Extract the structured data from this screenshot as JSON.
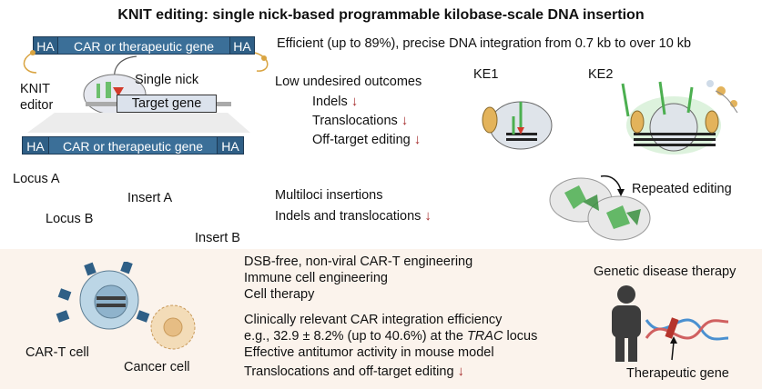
{
  "title": "KNIT editing: single nick-based programmable kilobase-scale DNA insertion",
  "donor": {
    "ha_left": "HA",
    "ha_right": "HA",
    "gene": "CAR or therapeutic gene"
  },
  "editor": {
    "label_line1": "KNIT",
    "label_line2": "editor",
    "nick_label": "Single nick",
    "target_label": "Target gene"
  },
  "product": {
    "ha_left": "HA",
    "ha_right": "HA",
    "gene": "CAR or therapeutic gene"
  },
  "loci": {
    "locus_a": "Locus A",
    "insert_a": "Insert A",
    "locus_b": "Locus B",
    "insert_b": "Insert B"
  },
  "features": {
    "efficiency": "Efficient (up to 89%), precise DNA integration from 0.7 kb to over 10 kb",
    "low_outcomes_title": "Low undesired outcomes",
    "indels": "Indels",
    "translocations": "Translocations",
    "off_target": "Off-target editing",
    "multiloci": "Multiloci insertions",
    "indels_translocations": "Indels and translocations"
  },
  "structures": {
    "ke1": "KE1",
    "ke2": "KE2",
    "repeated": "Repeated editing"
  },
  "applications": {
    "line1": "DSB-free, non-viral CAR-T engineering",
    "line2": "Immune cell engineering",
    "line3": "Cell therapy",
    "line4": "Clinically relevant CAR integration efficiency",
    "line5_prefix": "e.g., 32.9 ± 8.2% (up to 40.6%) at the ",
    "line5_italic": "TRAC",
    "line5_suffix": " locus",
    "line6": "Effective antitumor activity in mouse model",
    "line7": "Translocations and off-target editing",
    "car_t_cell": "CAR-T cell",
    "cancer_cell": "Cancer cell",
    "genetic_title": "Genetic disease therapy",
    "therapeutic_gene": "Therapeutic gene"
  },
  "colors": {
    "ha_blue": "#2f5f86",
    "down_arrow": "#a52a2a",
    "insert_a": "#6cbf6c",
    "insert_b": "#b5342c",
    "nick": "#d23a2a",
    "bottom_bg": "#fbf3ec"
  }
}
